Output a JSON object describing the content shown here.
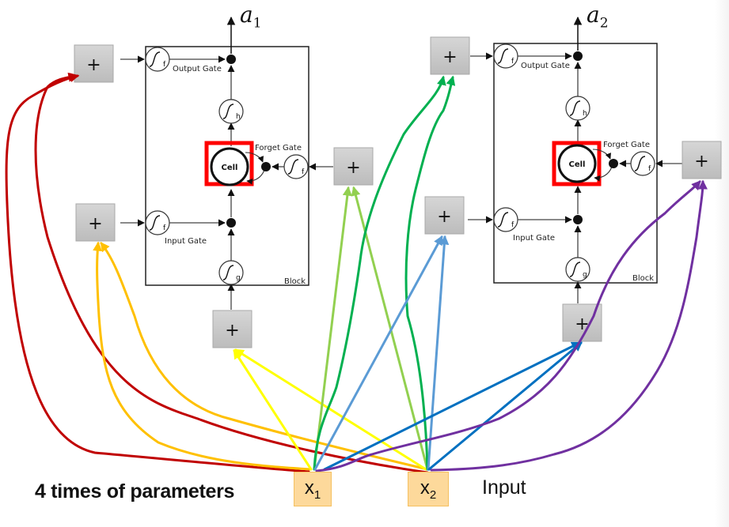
{
  "caption": "4 times of parameters",
  "input_label": "Input",
  "inputs": [
    {
      "id": "x1",
      "label": "x",
      "subscript": "1"
    },
    {
      "id": "x2",
      "label": "x",
      "subscript": "2"
    }
  ],
  "blocks": [
    {
      "id": "block1",
      "output_label": "a",
      "output_subscript": "1",
      "block_label": "Block",
      "cell_label": "Cell",
      "output_gate_label": "Output Gate",
      "forget_gate_label": "Forget Gate",
      "input_gate_label": "Input Gate",
      "sigma_f": "f",
      "sigma_h": "h",
      "sigma_g": "g"
    },
    {
      "id": "block2",
      "output_label": "a",
      "output_subscript": "2",
      "block_label": "Block",
      "cell_label": "Cell",
      "output_gate_label": "Output Gate",
      "forget_gate_label": "Forget Gate",
      "input_gate_label": "Input Gate",
      "sigma_f": "f",
      "sigma_h": "h",
      "sigma_g": "g"
    }
  ],
  "sum_symbol": "+",
  "colors": {
    "cell_highlight": "#ff0000",
    "sum_box": "#c8c8c8",
    "input_box": "#fdd99b",
    "block1_output_gate_wires": "#c00000",
    "block1_input_gate_wires": "#ffc000",
    "block1_cell_input_wires": "#ffff00",
    "block1_forget_gate_wires": "#92d050",
    "block2_output_gate_wires": "#00b050",
    "block2_input_gate_wires": "#5b9bd5",
    "block2_cell_input_wires": "#0070c0",
    "block2_forget_gate_wires": "#7030a0"
  }
}
